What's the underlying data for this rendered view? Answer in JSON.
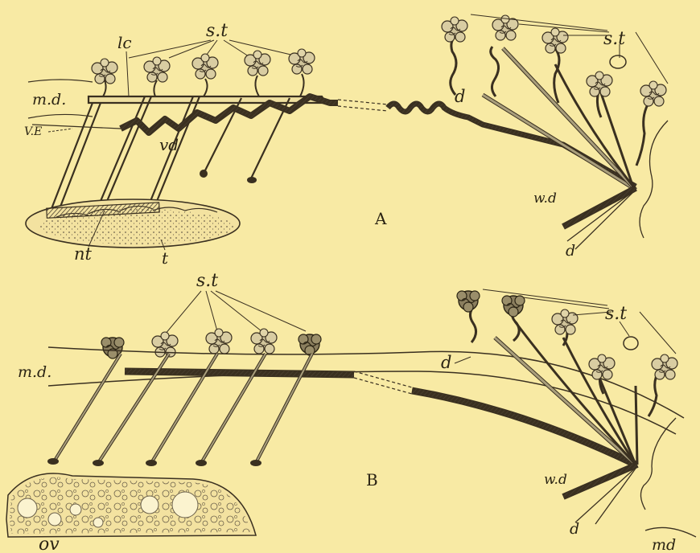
{
  "figure_a": {
    "panel_label": "A",
    "labels": {
      "st_left": "s.t",
      "st_right": "s.t",
      "lc": "lc",
      "md": "m.d.",
      "ve": "V.E",
      "vd": "vd",
      "nt": "nt",
      "t": "t",
      "d_top": "d",
      "wd": "w.d",
      "d_bottom": "d"
    }
  },
  "figure_b": {
    "panel_label": "B",
    "labels": {
      "st_left": "s.t",
      "st_right": "s.t",
      "md_left": "m.d.",
      "d_top": "d",
      "wd": "w.d",
      "d_bottom": "d",
      "md_right": "md",
      "ov": "ov"
    }
  },
  "colors": {
    "paper": "#f8eaa4",
    "ink": "#3a3020",
    "hatch": "#6b604a"
  }
}
